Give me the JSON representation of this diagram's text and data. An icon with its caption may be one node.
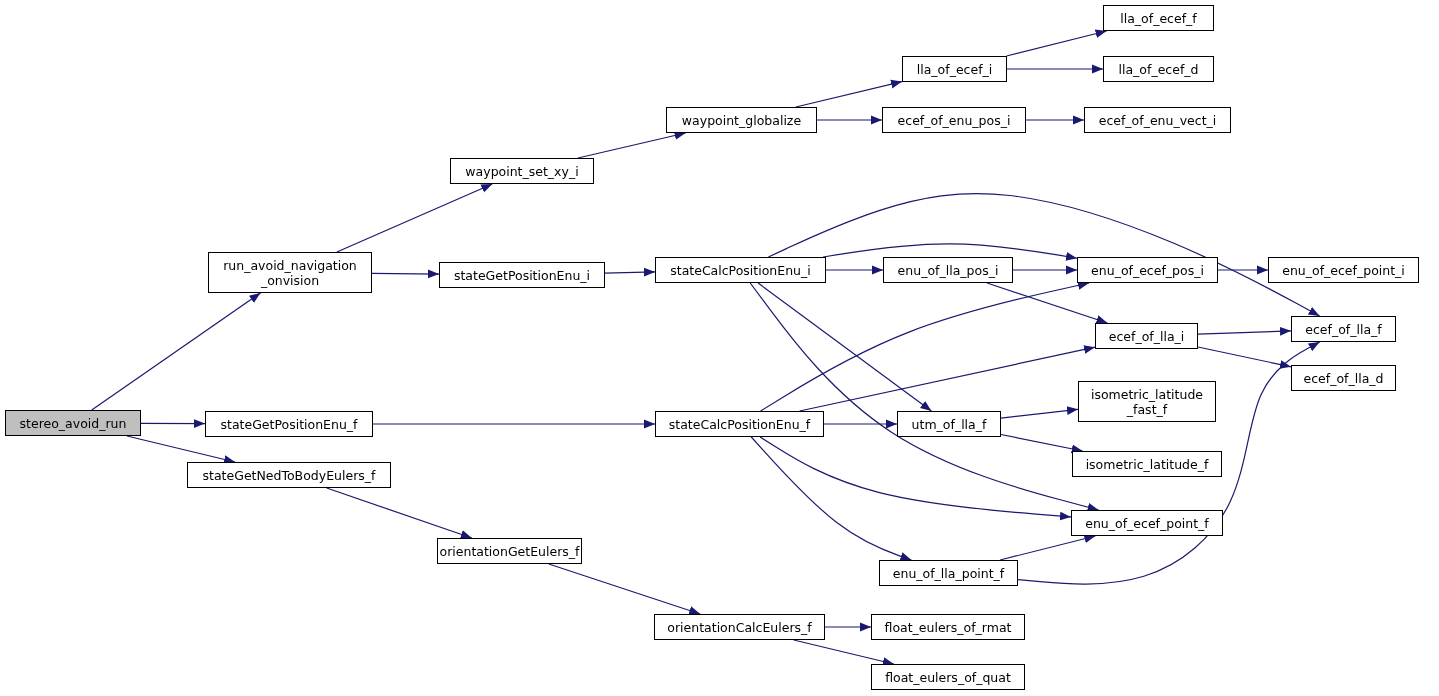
{
  "diagram": {
    "nodes": [
      {
        "text": [
          "stereo_avoid_run"
        ]
      },
      {
        "text": [
          "run_avoid_navigation _onvision"
        ]
      },
      {
        "text": [
          "stateGetPositionEnu_f"
        ]
      },
      {
        "text": [
          "stateGetNedToBodyEulers_f"
        ]
      },
      {
        "text": [
          "waypoint_set_xy_i"
        ]
      },
      {
        "text": [
          "stateGetPositionEnu_i"
        ]
      },
      {
        "text": [
          "orientationGetEulers_f"
        ]
      },
      {
        "text": [
          "waypoint_globalize"
        ]
      },
      {
        "text": [
          "stateCalcPositionEnu_i"
        ]
      },
      {
        "text": [
          "stateCalcPositionEnu_f"
        ]
      },
      {
        "text": [
          "orientationCalcEulers_f"
        ]
      },
      {
        "text": [
          "lla_of_ecef_i"
        ]
      },
      {
        "text": [
          "ecef_of_enu_pos_i"
        ]
      },
      {
        "text": [
          "enu_of_lla_pos_i"
        ]
      },
      {
        "text": [
          "utm_of_lla_f"
        ]
      },
      {
        "text": [
          "enu_of_lla_point_f"
        ]
      },
      {
        "text": [
          "float_eulers_of_rmat"
        ]
      },
      {
        "text": [
          "float_eulers_of_quat"
        ]
      },
      {
        "text": [
          "lla_of_ecef_f"
        ]
      },
      {
        "text": [
          "lla_of_ecef_d"
        ]
      },
      {
        "text": [
          "ecef_of_enu_vect_i"
        ]
      },
      {
        "text": [
          "enu_of_ecef_pos_i"
        ]
      },
      {
        "text": [
          "ecef_of_lla_i"
        ]
      },
      {
        "text": [
          "isometric_latitude _fast_f"
        ]
      },
      {
        "text": [
          "isometric_latitude_f"
        ]
      },
      {
        "text": [
          "enu_of_ecef_point_f"
        ]
      },
      {
        "text": [
          "enu_of_ecef_point_i"
        ]
      },
      {
        "text": [
          "ecef_of_lla_f"
        ]
      },
      {
        "text": [
          "ecef_of_lla_d"
        ]
      }
    ],
    "edges": [
      {
        "from": 0,
        "to": 1,
        "arrow": "to"
      },
      {
        "from": 0,
        "to": 2,
        "arrow": "to"
      },
      {
        "from": 0,
        "to": 3,
        "arrow": "to"
      },
      {
        "from": 1,
        "to": 4,
        "arrow": "to"
      },
      {
        "from": 1,
        "to": 5,
        "arrow": "to"
      },
      {
        "from": 2,
        "to": 9,
        "arrow": "to"
      },
      {
        "from": 3,
        "to": 6,
        "arrow": "to"
      },
      {
        "from": 4,
        "to": 7,
        "arrow": "to"
      },
      {
        "from": 5,
        "to": 8,
        "arrow": "to"
      },
      {
        "from": 6,
        "to": 10,
        "arrow": "to"
      },
      {
        "from": 7,
        "to": 11,
        "arrow": "to"
      },
      {
        "from": 7,
        "to": 12,
        "arrow": "to"
      },
      {
        "from": 8,
        "to": 27,
        "arrow": "to"
      },
      {
        "from": 8,
        "to": 21,
        "arrow": "to"
      },
      {
        "from": 8,
        "to": 13,
        "arrow": "to"
      },
      {
        "from": 8,
        "to": 14,
        "arrow": "to"
      },
      {
        "from": 8,
        "to": 25,
        "arrow": "to"
      },
      {
        "from": 9,
        "to": 21,
        "arrow": "to"
      },
      {
        "from": 9,
        "to": 22,
        "arrow": "to"
      },
      {
        "from": 9,
        "to": 14,
        "arrow": "to"
      },
      {
        "from": 9,
        "to": 25,
        "arrow": "to"
      },
      {
        "from": 9,
        "to": 15,
        "arrow": "to"
      },
      {
        "from": 10,
        "to": 16,
        "arrow": "to"
      },
      {
        "from": 10,
        "to": 17,
        "arrow": "to"
      },
      {
        "from": 11,
        "to": 18,
        "arrow": "to"
      },
      {
        "from": 11,
        "to": 19,
        "arrow": "to"
      },
      {
        "from": 12,
        "to": 20,
        "arrow": "to"
      },
      {
        "from": 13,
        "to": 21,
        "arrow": "to"
      },
      {
        "from": 13,
        "to": 22,
        "arrow": "to"
      },
      {
        "from": 21,
        "to": 26,
        "arrow": "to"
      },
      {
        "from": 22,
        "to": 27,
        "arrow": "to"
      },
      {
        "from": 22,
        "to": 28,
        "arrow": "to"
      },
      {
        "from": 14,
        "to": 23,
        "arrow": "to"
      },
      {
        "from": 14,
        "to": 24,
        "arrow": "to"
      },
      {
        "from": 15,
        "to": 25,
        "arrow": "to"
      },
      {
        "from": 15,
        "to": 27,
        "arrow": "to"
      }
    ]
  }
}
